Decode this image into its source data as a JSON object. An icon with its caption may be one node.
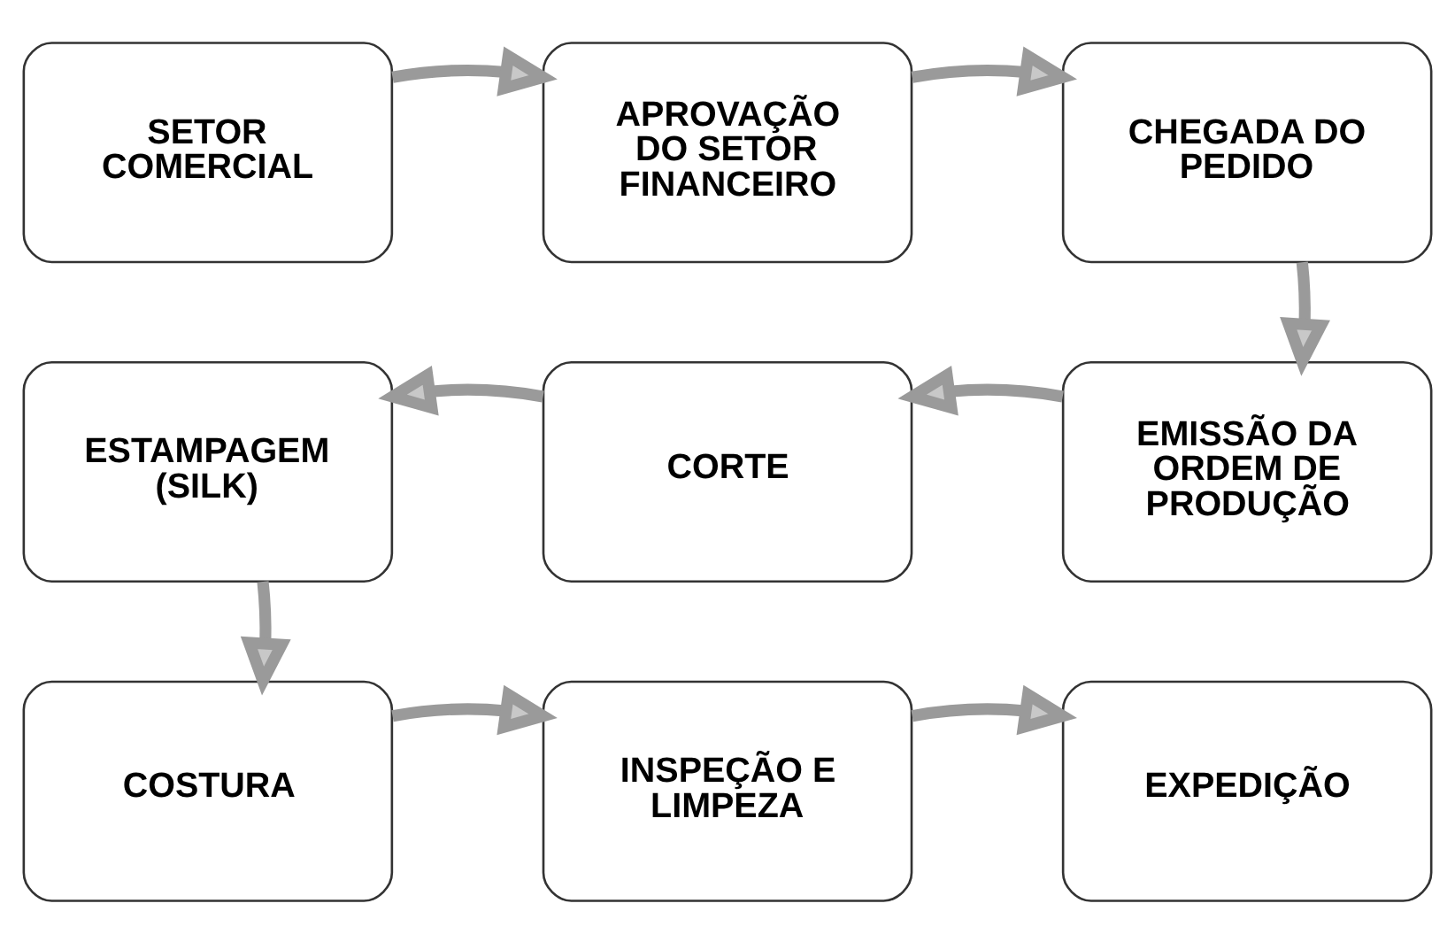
{
  "diagram": {
    "nodes": [
      {
        "text": [
          "SETOR COMERCIAL"
        ]
      },
      {
        "text": [
          "APROVAÇÃO DO SETOR FINANCEIRO"
        ]
      },
      {
        "text": [
          "CHEGADA DO PEDIDO"
        ]
      },
      {
        "text": [
          "EMISSÃO DA ORDEM DE PRODUÇÃO"
        ]
      },
      {
        "text": [
          "CORTE"
        ]
      },
      {
        "text": [
          "ESTAMPAGEM (SILK)"
        ]
      },
      {
        "text": [
          "COSTURA"
        ]
      },
      {
        "text": [
          "INSPEÇÃO E LIMPEZA"
        ]
      },
      {
        "text": [
          "EXPEDIÇÃO"
        ]
      }
    ],
    "edges": [
      {
        "from": 0,
        "to": 1,
        "arrow": "to"
      },
      {
        "from": 1,
        "to": 2,
        "arrow": "to"
      },
      {
        "from": 2,
        "to": 3,
        "arrow": "to"
      },
      {
        "from": 3,
        "to": 4,
        "arrow": "to"
      },
      {
        "from": 4,
        "to": 5,
        "arrow": "to"
      },
      {
        "from": 5,
        "to": 6,
        "arrow": "to"
      },
      {
        "from": 6,
        "to": 7,
        "arrow": "to"
      },
      {
        "from": 7,
        "to": 8,
        "arrow": "to"
      }
    ]
  }
}
